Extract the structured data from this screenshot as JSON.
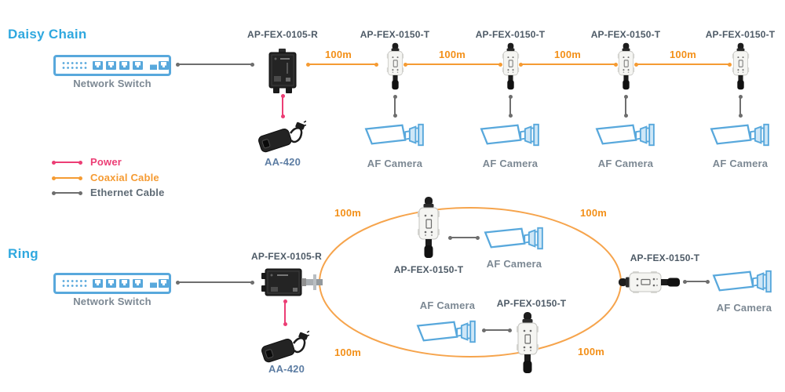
{
  "daisy_chain": {
    "title": "Daisy Chain",
    "switch_label": "Network Switch",
    "receiver_label": "AP-FEX-0105-R",
    "adapter_label": "AA-420",
    "segments": [
      "100m",
      "100m",
      "100m",
      "100m"
    ],
    "transmitters": [
      {
        "label": "AP-FEX-0150-T",
        "camera_label": "AF Camera"
      },
      {
        "label": "AP-FEX-0150-T",
        "camera_label": "AF Camera"
      },
      {
        "label": "AP-FEX-0150-T",
        "camera_label": "AF Camera"
      },
      {
        "label": "AP-FEX-0150-T",
        "camera_label": "AF Camera"
      }
    ]
  },
  "legend": {
    "items": [
      {
        "label": "Power",
        "color": "#EC3E75"
      },
      {
        "label": "Coaxial Cable",
        "color": "#F59B33"
      },
      {
        "label": "Ethernet Cable",
        "color": "#5F6B75"
      }
    ]
  },
  "ring": {
    "title": "Ring",
    "switch_label": "Network Switch",
    "receiver_label": "AP-FEX-0105-R",
    "adapter_label": "AA-420",
    "segments": [
      "100m",
      "100m",
      "100m",
      "100m"
    ],
    "nodes": [
      {
        "position": "top",
        "label": "AP-FEX-0150-T",
        "camera_label": "AF Camera"
      },
      {
        "position": "right",
        "label": "AP-FEX-0150-T",
        "camera_label": "AF Camera"
      },
      {
        "position": "bottom",
        "label": "AP-FEX-0150-T",
        "camera_label": "AF Camera"
      }
    ]
  },
  "colors": {
    "title_blue": "#2FA8DF",
    "device_label": "#4D5A66",
    "camera_label_gray": "#7C8893",
    "adapter_label_blue": "#5D7DA3",
    "distance_orange": "#F39019",
    "power_pink": "#EC3E75",
    "coax_orange": "#F59B33",
    "ethernet_gray": "#6E6E6E",
    "icon_blue": "#58A8DC"
  }
}
